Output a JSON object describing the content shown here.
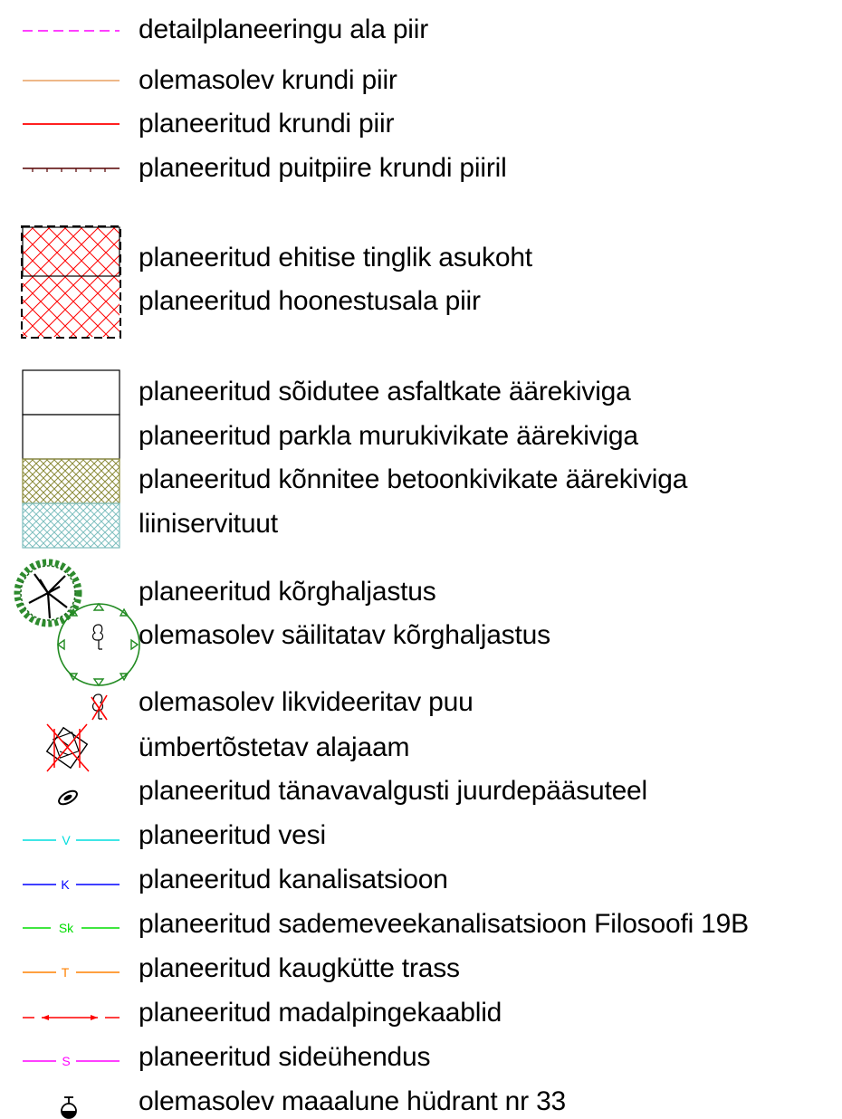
{
  "legend": {
    "items": [
      {
        "id": "detail-plan-boundary",
        "label": "detailplaneeringu ala piir",
        "symbol": "dashed-line",
        "color": "#ff00ff"
      },
      {
        "id": "existing-plot-boundary",
        "label": "olemasolev krundi piir",
        "symbol": "line",
        "color": "#e8a060"
      },
      {
        "id": "planned-plot-boundary",
        "label": "planeeritud krundi piir",
        "symbol": "line",
        "color": "#ff0000"
      },
      {
        "id": "planned-wooden-fence",
        "label": "planeeritud puitpiire krundi piiril",
        "symbol": "ticked-line",
        "color": "#550000"
      },
      {
        "id": "planned-building-location",
        "label": "planeeritud ehitise tinglik asukoht",
        "symbol": "hatched-rect",
        "color": "#ff0000"
      },
      {
        "id": "planned-building-area",
        "label": "planeeritud hoonestusala piir",
        "symbol": "dashed-rect",
        "color": "#000000"
      },
      {
        "id": "planned-asphalt-road",
        "label": "planeeritud sõidutee asfaltkate äärekiviga",
        "symbol": "plain-rect",
        "color": "#000000"
      },
      {
        "id": "planned-parking-grass",
        "label": "planeeritud parkla murukivikate äärekiviga",
        "symbol": "plain-rect",
        "color": "#000000"
      },
      {
        "id": "planned-sidewalk",
        "label": "planeeritud kõnnitee betoonkivikate äärekiviga",
        "symbol": "crosshatch-rect",
        "color": "#8b8b3a"
      },
      {
        "id": "line-servitude",
        "label": "liiniservituut",
        "symbol": "crosshatch-rect",
        "color": "#7fbfbf"
      },
      {
        "id": "planned-high-greenery",
        "label": "planeeritud kõrghaljastus",
        "symbol": "tree-crown",
        "color": "#2e8b2e"
      },
      {
        "id": "existing-preserved-greenery",
        "label": "olemasolev säilitatav kõrghaljastus",
        "symbol": "tree-circle",
        "color": "#228b22"
      },
      {
        "id": "existing-tree-removed",
        "label": "olemasolev likvideeritav puu",
        "symbol": "crossed-tree",
        "color": "#ff0000"
      },
      {
        "id": "relocated-substation",
        "label": "ümbertõstetav alajaam",
        "symbol": "crossed-substation",
        "color": "#ff0000"
      },
      {
        "id": "planned-street-light",
        "label": "planeeritud tänavavalgusti juurdepääsuteel",
        "symbol": "street-light",
        "color": "#000000"
      },
      {
        "id": "planned-water",
        "label": "planeeritud vesi",
        "symbol": "lettered-line",
        "letter": "V",
        "color": "#00dddd"
      },
      {
        "id": "planned-sewer",
        "label": "planeeritud kanalisatsioon",
        "symbol": "lettered-line",
        "letter": "K",
        "color": "#0000ff"
      },
      {
        "id": "planned-storm-sewer",
        "label": "planeeritud sademeveekanalisatsioon Filosoofi 19B",
        "symbol": "lettered-line",
        "letter": "Sk",
        "color": "#00dd00"
      },
      {
        "id": "planned-district-heating",
        "label": "planeeritud kaugkütte trass",
        "symbol": "lettered-line",
        "letter": "T",
        "color": "#ff8000"
      },
      {
        "id": "planned-low-voltage-cables",
        "label": "planeeritud madalpingekaablid",
        "symbol": "arrow-line",
        "color": "#ff0000"
      },
      {
        "id": "planned-telecom",
        "label": "planeeritud sideühendus",
        "symbol": "lettered-line",
        "letter": "S",
        "color": "#ff00ff"
      },
      {
        "id": "existing-hydrant",
        "label": "olemasolev maaalune hüdrant nr 33",
        "symbol": "hydrant",
        "color": "#000000"
      }
    ]
  }
}
